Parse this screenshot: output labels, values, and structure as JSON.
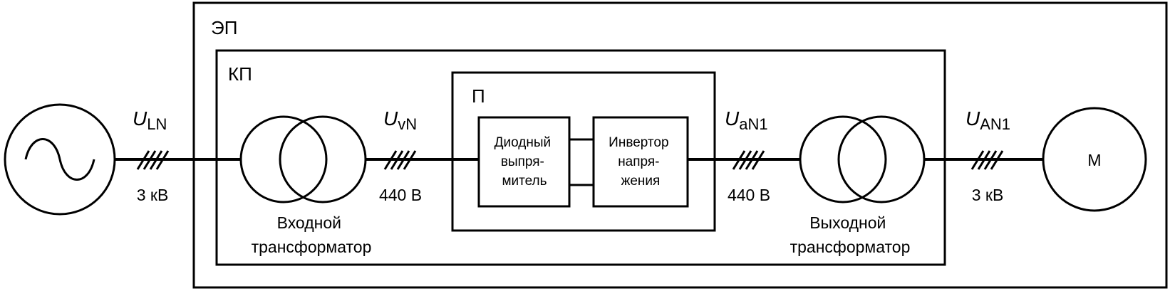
{
  "frames": {
    "outer_label": "ЭП",
    "converter_label": "КП",
    "inner_label": "П"
  },
  "blocks": {
    "rectifier": [
      "Диодный",
      "выпря-",
      "митель"
    ],
    "inverter": [
      "Инвертор",
      "напря-",
      "жения"
    ],
    "motor": "M"
  },
  "transformers": {
    "input": [
      "Входной",
      "трансформатор"
    ],
    "output": [
      "Выходной",
      "трансформатор"
    ]
  },
  "buses": [
    {
      "symbol": "U",
      "subscript": "LN",
      "voltage": "3 кВ"
    },
    {
      "symbol": "U",
      "subscript": "vN",
      "voltage": "440 В"
    },
    {
      "symbol": "U",
      "subscript": "aN1",
      "voltage": "440 В"
    },
    {
      "symbol": "U",
      "subscript": "AN1",
      "voltage": "3 кВ"
    }
  ],
  "colors": {
    "stroke": "#000000",
    "background": "#ffffff"
  }
}
